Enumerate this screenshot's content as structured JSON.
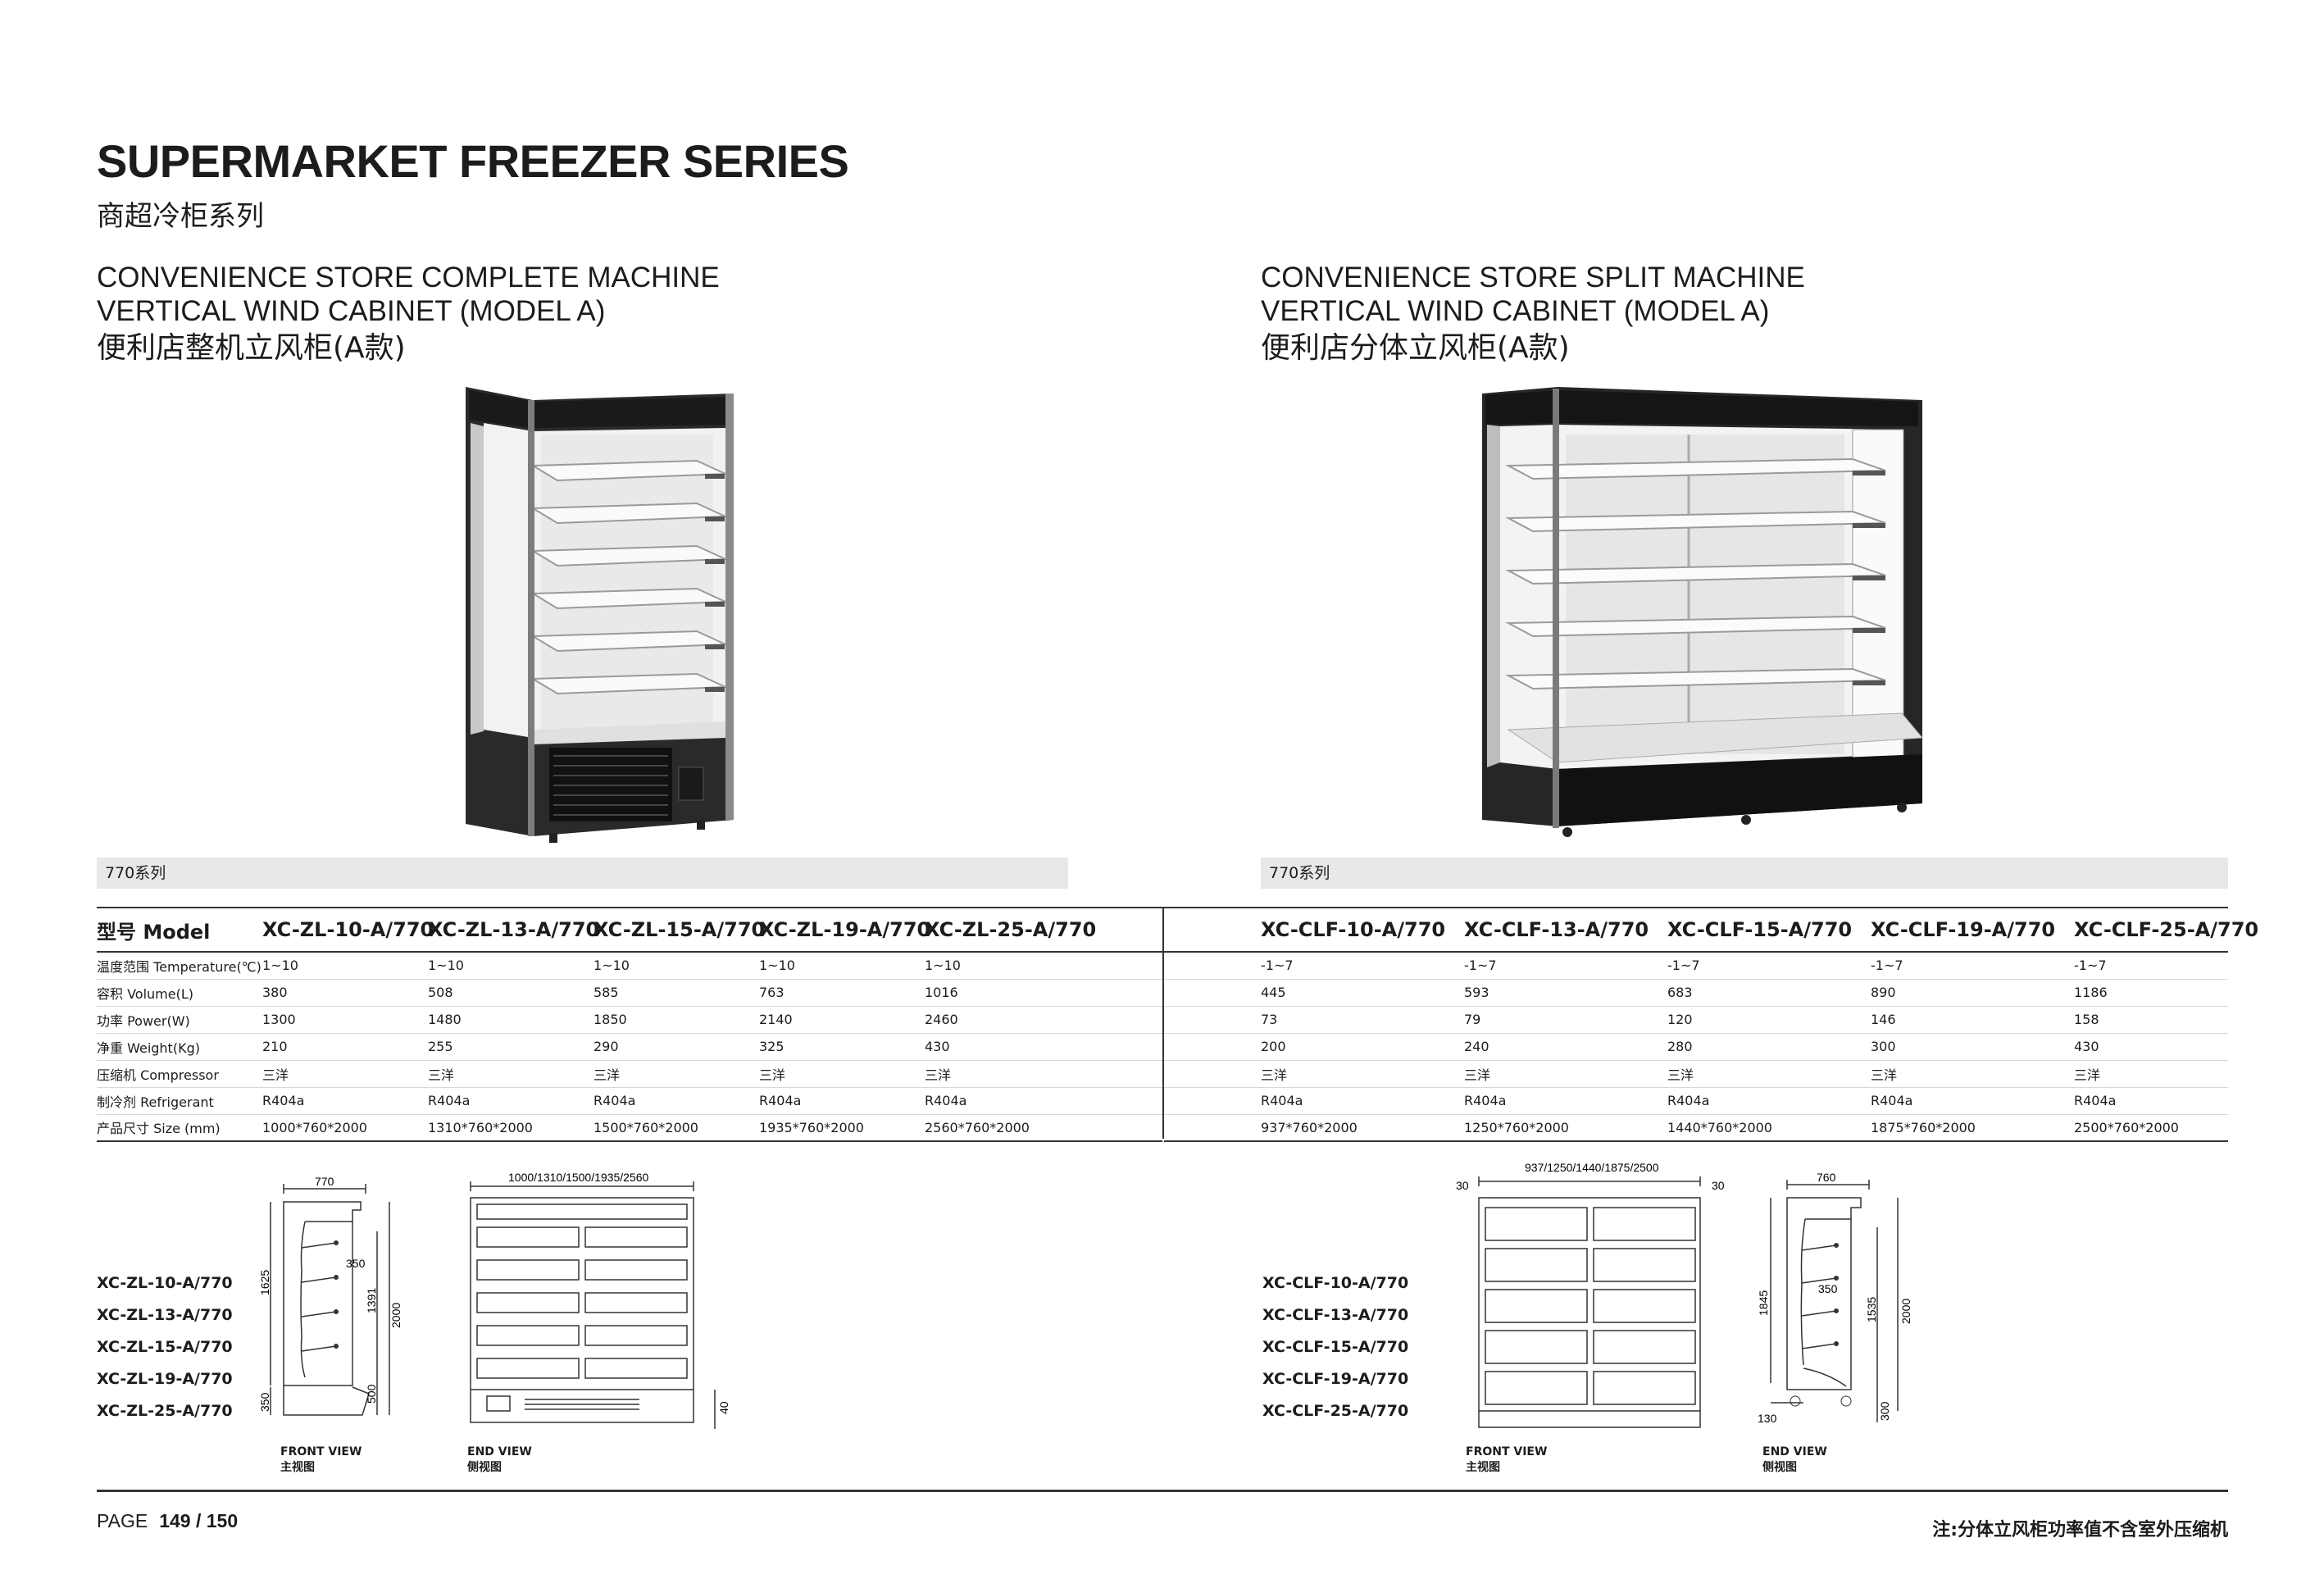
{
  "header": {
    "title": "SUPERMARKET FREEZER SERIES",
    "subtitle": "商超冷柜系列"
  },
  "left_product": {
    "heading_line1": "CONVENIENCE STORE COMPLETE MACHINE",
    "heading_line2": "VERTICAL WIND CABINET (MODEL A)",
    "heading_cn": "便利店整机立风柜(A款)",
    "series_label": "770系列"
  },
  "right_product": {
    "heading_line1": "CONVENIENCE STORE SPLIT MACHINE",
    "heading_line2": "VERTICAL WIND CABINET (MODEL A)",
    "heading_cn": "便利店分体立风柜(A款)",
    "series_label": "770系列"
  },
  "spec_table": {
    "model_header": "型号 Model",
    "row_labels": [
      "温度范围 Temperature(℃)",
      "容积 Volume(L)",
      "功率 Power(W)",
      "净重 Weight(Kg)",
      "压缩机 Compressor",
      "制冷剂 Refrigerant",
      "产品尺寸 Size (mm)"
    ],
    "left_models": [
      {
        "name": "XC-ZL-10-A/770",
        "values": [
          "1~10",
          "380",
          "1300",
          "210",
          "三洋",
          "R404a",
          "1000*760*2000"
        ]
      },
      {
        "name": "XC-ZL-13-A/770",
        "values": [
          "1~10",
          "508",
          "1480",
          "255",
          "三洋",
          "R404a",
          "1310*760*2000"
        ]
      },
      {
        "name": "XC-ZL-15-A/770",
        "values": [
          "1~10",
          "585",
          "1850",
          "290",
          "三洋",
          "R404a",
          "1500*760*2000"
        ]
      },
      {
        "name": "XC-ZL-19-A/770",
        "values": [
          "1~10",
          "763",
          "2140",
          "325",
          "三洋",
          "R404a",
          "1935*760*2000"
        ]
      },
      {
        "name": "XC-ZL-25-A/770",
        "values": [
          "1~10",
          "1016",
          "2460",
          "430",
          "三洋",
          "R404a",
          "2560*760*2000"
        ]
      }
    ],
    "right_models": [
      {
        "name": "XC-CLF-10-A/770",
        "values": [
          "-1~7",
          "445",
          "73",
          "200",
          "三洋",
          "R404a",
          "937*760*2000"
        ]
      },
      {
        "name": "XC-CLF-13-A/770",
        "values": [
          "-1~7",
          "593",
          "79",
          "240",
          "三洋",
          "R404a",
          "1250*760*2000"
        ]
      },
      {
        "name": "XC-CLF-15-A/770",
        "values": [
          "-1~7",
          "683",
          "120",
          "280",
          "三洋",
          "R404a",
          "1440*760*2000"
        ]
      },
      {
        "name": "XC-CLF-19-A/770",
        "values": [
          "-1~7",
          "890",
          "146",
          "300",
          "三洋",
          "R404a",
          "1875*760*2000"
        ]
      },
      {
        "name": "XC-CLF-25-A/770",
        "values": [
          "-1~7",
          "1186",
          "158",
          "430",
          "三洋",
          "R404a",
          "2500*760*2000"
        ]
      }
    ]
  },
  "left_drawings": {
    "models": [
      "XC-ZL-10-A/770",
      "XC-ZL-13-A/770",
      "XC-ZL-15-A/770",
      "XC-ZL-19-A/770",
      "XC-ZL-25-A/770"
    ],
    "side_dims": {
      "depth": "770",
      "shelf": "350",
      "h1": "1625",
      "h2": "1391",
      "h3": "2000",
      "base1": "350",
      "base2": "500"
    },
    "front_dims": {
      "width": "1000/1310/1500/1935/2560",
      "foot": "40"
    },
    "caption_front_en": "FRONT VIEW",
    "caption_front_cn": "主视图",
    "caption_end_en": "END VIEW",
    "caption_end_cn": "侧视图"
  },
  "right_drawings": {
    "models": [
      "XC-CLF-10-A/770",
      "XC-CLF-13-A/770",
      "XC-CLF-15-A/770",
      "XC-CLF-19-A/770",
      "XC-CLF-25-A/770"
    ],
    "front_dims": {
      "width": "937/1250/1440/1875/2500",
      "margin_left": "30",
      "margin_right": "30"
    },
    "side_dims": {
      "depth": "760",
      "shelf": "350",
      "h1": "1845",
      "h2": "1535",
      "h3": "2000",
      "base1": "130",
      "base2": "300"
    },
    "caption_front_en": "FRONT VIEW",
    "caption_front_cn": "主视图",
    "caption_end_en": "END VIEW",
    "caption_end_cn": "侧视图"
  },
  "footer": {
    "page_label": "PAGE",
    "page_number": "149 / 150",
    "note": "注:分体立风柜功率值不含室外压缩机"
  }
}
